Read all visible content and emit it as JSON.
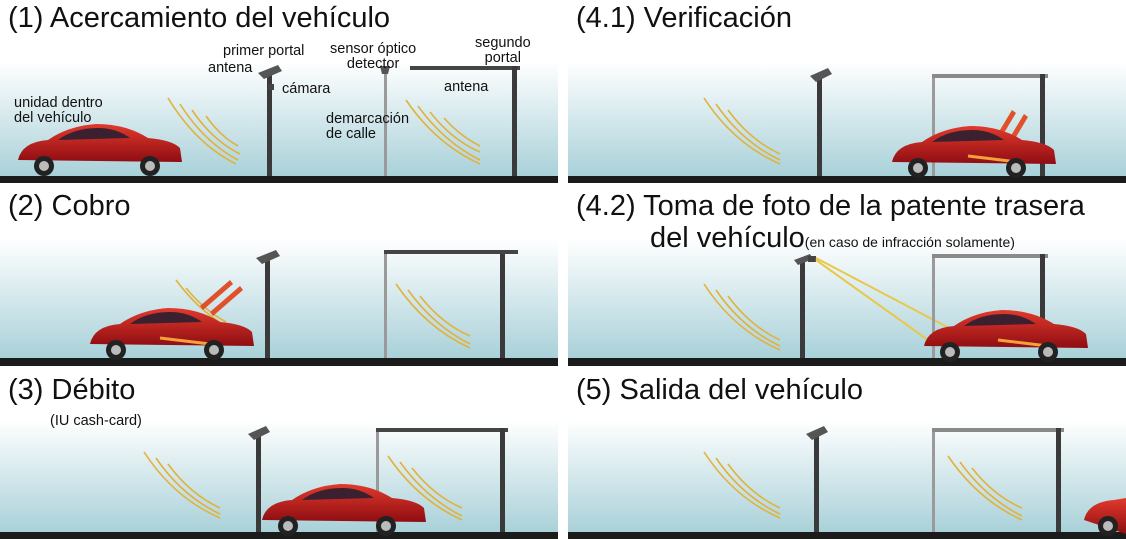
{
  "panels": [
    {
      "id": "p1",
      "title": "(1) Acercamiento del vehículo",
      "labels": {
        "unit_in_vehicle": "unidad dentro\ndel vehículo",
        "first_gantry": "primer portal",
        "antenna_1": "antena",
        "camera": "cámara",
        "optical_sensor": "sensor óptico\ndetector",
        "second_gantry": "segundo\nportal",
        "antenna_2": "antena",
        "road_marking": "demarcación\nde calle"
      },
      "colors": {
        "car": "#c0141a",
        "waves": "#e0b23c",
        "signal": "#e0502a"
      },
      "icons": [
        "car-icon",
        "gantry-icon",
        "antenna-icon",
        "camera-icon",
        "signal-waves-icon"
      ]
    },
    {
      "id": "p2",
      "title": "(2) Cobro"
    },
    {
      "id": "p3",
      "title": "(3) Débito",
      "subtitle": "(IU cash-card)"
    },
    {
      "id": "p41",
      "title": "(4.1) Verificación"
    },
    {
      "id": "p42",
      "title_line1": "(4.2) Toma de foto de la patente trasera",
      "title_line2_big": "del vehículo",
      "title_line2_small": "(en caso de infracción solamente)",
      "colors": {
        "camera_beam": "#e8c84a"
      }
    },
    {
      "id": "p5",
      "title": "(5) Salida del vehículo"
    }
  ]
}
